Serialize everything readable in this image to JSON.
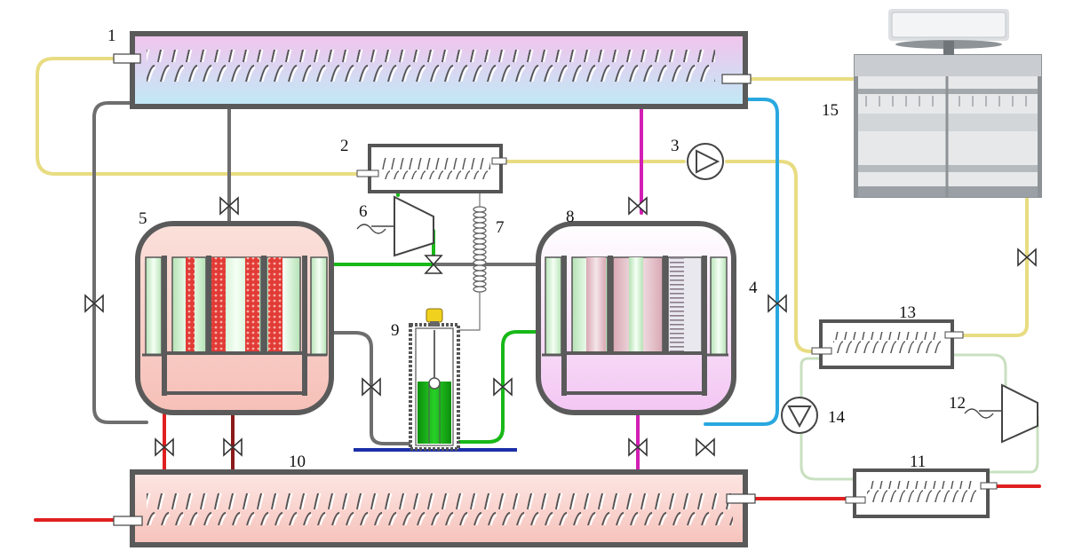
{
  "labels": {
    "l1": "1",
    "l2": "2",
    "l3": "3",
    "l4": "4",
    "l5": "5",
    "l6": "6",
    "l7": "7",
    "l8": "8",
    "l9": "9",
    "l10": "10",
    "l11": "11",
    "l12": "12",
    "l13": "13",
    "l14": "14",
    "l15": "15"
  },
  "colors": {
    "yellow_line": "#e8dc82",
    "grey_line": "#6e6e6e",
    "cyan_line": "#29a8e0",
    "magenta_line": "#d21fb4",
    "green_line": "#18b818",
    "red_line": "#e02020",
    "darkred_line": "#8b1a1a",
    "pale_green_line": "#c8e0c0",
    "blue_base": "#1c2fa8",
    "tank_top_a": "#f3c3ec",
    "tank_top_b": "#bfeaf6",
    "tank_bottom": "#f7c9c3",
    "reactor_5_fill": "#f8c8c0",
    "reactor_8_fill": "#f4c6f4",
    "sorbent_red": "#e0403a",
    "sorbent_green": "#cfe9cf"
  },
  "icons": {
    "valve": "valve-icon",
    "pump": "pump-icon",
    "compressor": "compressor-icon",
    "coil": "coil-icon",
    "fan": "fan-icon"
  }
}
